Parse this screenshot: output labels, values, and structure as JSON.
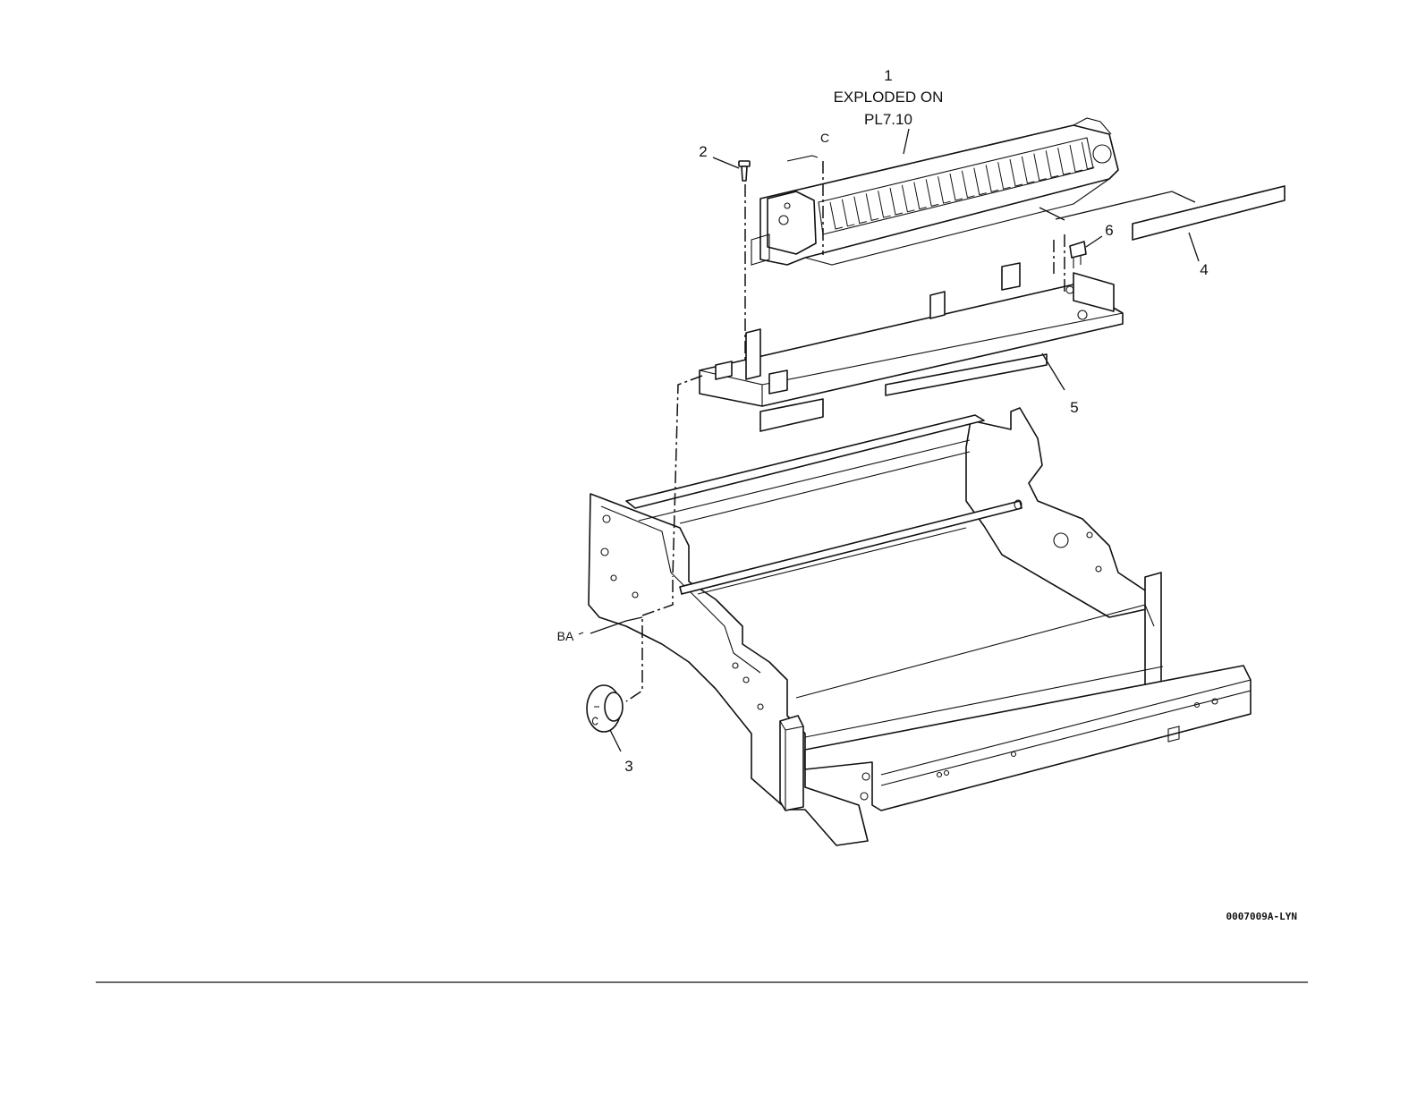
{
  "callouts": {
    "part1_number": "1",
    "part1_note_line1": "EXPLODED ON",
    "part1_note_line2": "PL7.10",
    "part2": "2",
    "part3": "3",
    "part4": "4",
    "part5": "5",
    "part6": "6",
    "ref_c": "C",
    "ref_ba": "BA"
  },
  "figure_code": "0007009A-LYN"
}
